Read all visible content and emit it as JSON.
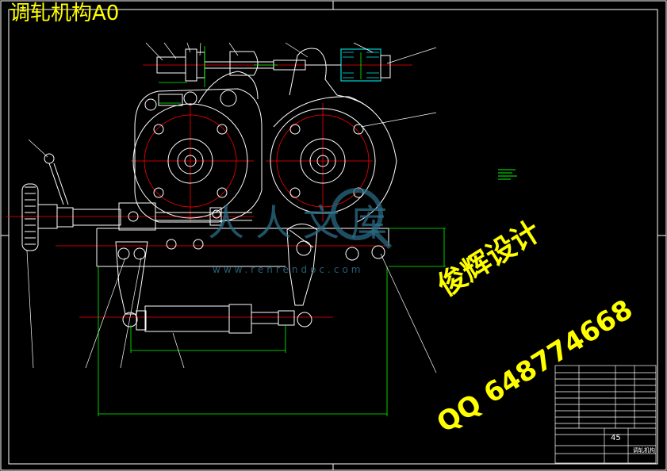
{
  "drawing": {
    "title": "调轧机构A0",
    "colors": {
      "background": "#000000",
      "outline": "#ffffff",
      "title": "#ffff00",
      "dimension": "#00ff00",
      "centerline": "#ff0000",
      "hatch": "#00ffff",
      "leader": "#ffffff",
      "watermark_blue": "#2c6f8a"
    }
  },
  "watermark": {
    "design_text": "俊辉设计",
    "qq_text": "QQ 648774668",
    "site_text": "www.renrendoc.com",
    "site_cn": "人人文库"
  },
  "title_block": {
    "material": "45",
    "drawing_name": "调轧机构"
  }
}
